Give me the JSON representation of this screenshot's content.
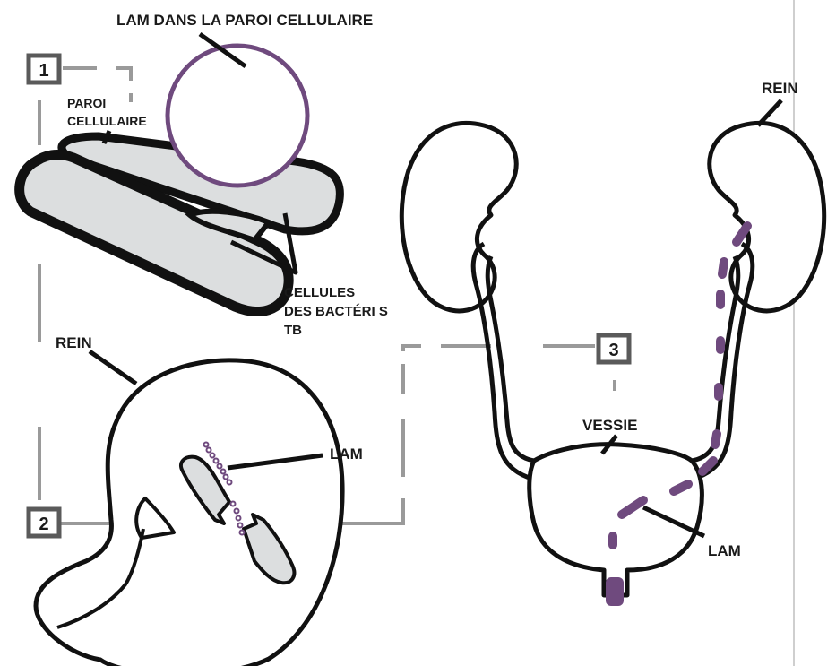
{
  "labels": {
    "lam_wall": "LAM DANS LA PAROI CELLULAIRE",
    "paroi_line1": "PAROI",
    "paroi_line2": "CELLULAIRE",
    "cellules_line1": "CELLULES",
    "cellules_line2": "DES BACTÉRI S",
    "cellules_line3": "TB",
    "rein_top": "REIN",
    "rein_left": "REIN",
    "lam_kidney": "LAM",
    "vessie": "VESSIE",
    "lam_bladder": "LAM"
  },
  "steps": [
    "1",
    "2",
    "3"
  ],
  "colors": {
    "outline": "#111111",
    "lam_purple": "#6f4a7e",
    "connector_gray": "#9a9a9a",
    "cell_fill": "#dcdedf",
    "box_border": "#5a5a5a"
  }
}
